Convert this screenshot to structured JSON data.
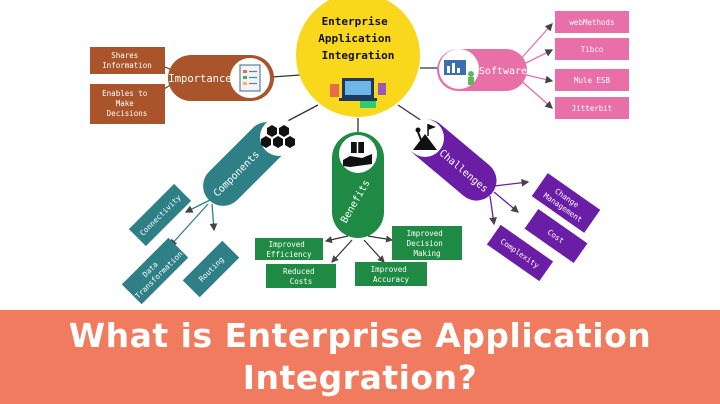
{
  "colors": {
    "center": "#f9d71c",
    "importance": "#a9542a",
    "software": "#e86fa8",
    "components": "#2f7f86",
    "benefits": "#1f8a44",
    "challenges": "#6a1ea6",
    "banner": "#f07b5e"
  },
  "center": {
    "title_lines": [
      "Enterprise",
      "Application",
      "Integration"
    ],
    "icon": "computer-devices-icon"
  },
  "importance": {
    "label": "Importance",
    "icon": "checklist-icon",
    "items": [
      {
        "lines": [
          "Shares",
          "Information"
        ]
      },
      {
        "lines": [
          "Enables to",
          "Make",
          "Decisions"
        ]
      }
    ]
  },
  "software": {
    "label": "Software",
    "icon": "analytics-icon",
    "items": [
      {
        "lines": [
          "webMethods"
        ]
      },
      {
        "lines": [
          "Tibco"
        ]
      },
      {
        "lines": [
          "Mule ESB"
        ]
      },
      {
        "lines": [
          "Jitterbit"
        ]
      }
    ]
  },
  "components": {
    "label": "Components",
    "icon": "hexagon-cluster-icon",
    "items": [
      {
        "lines": [
          "Connectivity"
        ]
      },
      {
        "lines": [
          "Data",
          "Transformation"
        ]
      },
      {
        "lines": [
          "Routing"
        ]
      }
    ]
  },
  "benefits": {
    "label": "Benefits",
    "icon": "hand-box-icon",
    "items": [
      {
        "lines": [
          "Improved",
          "Efficiency"
        ]
      },
      {
        "lines": [
          "Improved",
          "Decision",
          "Making"
        ]
      },
      {
        "lines": [
          "Reduced",
          "Costs"
        ]
      },
      {
        "lines": [
          "Improved",
          "Accuracy"
        ]
      }
    ]
  },
  "challenges": {
    "label": "Challenges",
    "icon": "climber-icon",
    "items": [
      {
        "lines": [
          "Change",
          "Management"
        ]
      },
      {
        "lines": [
          "Cost"
        ]
      },
      {
        "lines": [
          "Complexity"
        ]
      }
    ]
  },
  "banner": {
    "title": "What is Enterprise Application Integration?"
  }
}
